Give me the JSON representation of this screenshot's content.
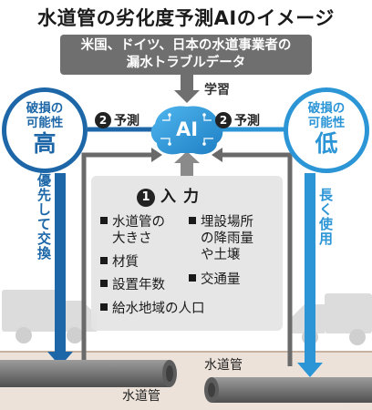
{
  "title": "水道管の劣化度予測AIのイメージ",
  "source": {
    "line1": "米国、ドイツ、日本の水道事業者の",
    "line2": "漏水トラブルデータ"
  },
  "learn_label": "学習",
  "ai_label": "AI",
  "predict": {
    "badge": "❷",
    "label": "予測"
  },
  "left_circle": {
    "line1": "破損の",
    "line2": "可能性",
    "value": "高"
  },
  "right_circle": {
    "line1": "破損の",
    "line2": "可能性",
    "value": "低"
  },
  "left_action": "優先して交換",
  "right_action": "長く使用",
  "input": {
    "badge": "❶",
    "heading": "入力",
    "items_left": [
      {
        "line1": "水道管の",
        "line2": "大きさ"
      },
      {
        "line1": "材質",
        "line2": ""
      },
      {
        "line1": "設置年数",
        "line2": ""
      },
      {
        "line1": "給水地域の人口",
        "line2": ""
      }
    ],
    "items_right": [
      {
        "line1": "埋設場所",
        "line2": "の降雨量",
        "line3": "や土壌"
      },
      {
        "line1": "交通量"
      }
    ]
  },
  "pipes": {
    "upper_label": "水道管",
    "lower_label": "水道管"
  },
  "colors": {
    "dark_blue": "#1d67a8",
    "light_blue": "#2b95d6",
    "gray": "#6f6f6f",
    "ground": "#e9ddd3"
  }
}
